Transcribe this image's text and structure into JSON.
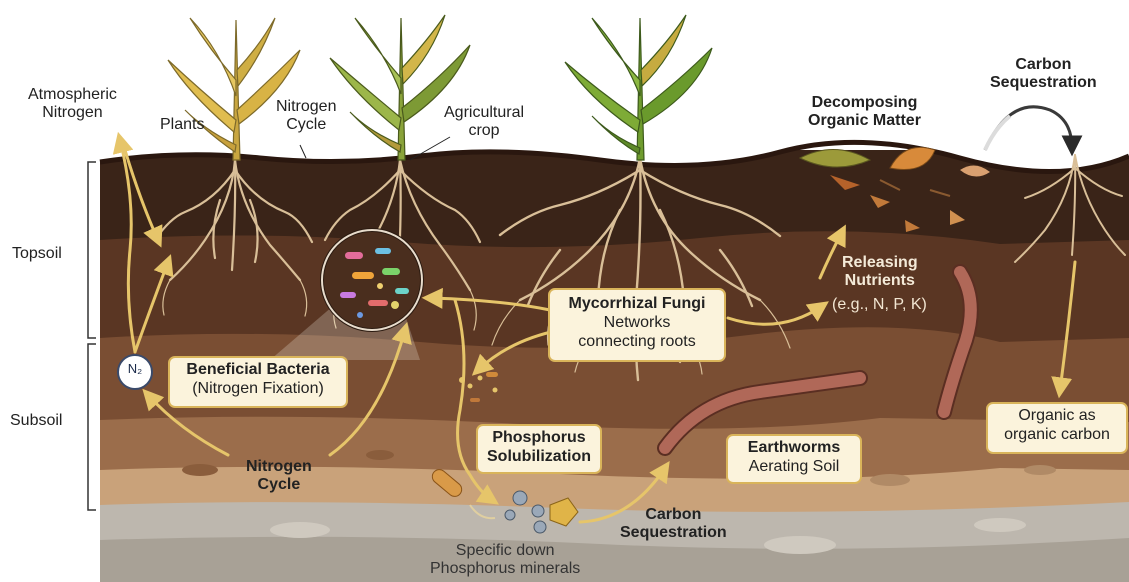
{
  "labels": {
    "atmospheric_nitrogen": [
      "Atmospheric",
      "Nitrogen"
    ],
    "plants": "Plants",
    "nitrogen_cycle_top": [
      "Nitrogen",
      "Cycle"
    ],
    "agricultural_crop": [
      "Agricultural",
      "crop"
    ],
    "decomposing": [
      "Decomposing",
      "Organic Matter"
    ],
    "carbon_seq_top": [
      "Carbon",
      "Sequestration"
    ],
    "topsoil": "Topsoil",
    "subsoil": "Subsoil",
    "n2": "N₂",
    "releasing_title": [
      "Releasing",
      "Nutrients"
    ],
    "releasing_sub": "(e.g., N, P, K)",
    "nitrogen_cycle_bottom": [
      "Nitrogen",
      "Cycle"
    ],
    "carbon_seq_bottom": [
      "Carbon",
      "Sequestration"
    ],
    "phosphorus_minerals": [
      "Specific down",
      "Phosphorus minerals"
    ]
  },
  "boxes": {
    "mycorrhizal": {
      "title": "Mycorrhizal Fungi",
      "sub": [
        "Networks",
        "connecting roots"
      ]
    },
    "beneficial": {
      "title": "Beneficial Bacteria",
      "sub": [
        "(Nitrogen Fixation)"
      ]
    },
    "phosphorus": {
      "title": "Phosphorus",
      "sub": [
        "Solubilization"
      ]
    },
    "earthworms": {
      "title": "Earthworms",
      "sub": [
        "Aerating Soil"
      ]
    },
    "organic": {
      "title": "",
      "sub": [
        "Organic as",
        "organic carbon"
      ]
    }
  },
  "colors": {
    "arrow": "#e6c56a",
    "topsoil_dark": "#3a2418",
    "topsoil_mid": "#5a3623",
    "subsoil": "#7a4e33",
    "subsoil_light": "#9b6d4b",
    "sand": "#c9a27a",
    "rock": "#bdb7ae",
    "box_fill": "#fbf3dc",
    "box_border": "#d9b45a"
  }
}
